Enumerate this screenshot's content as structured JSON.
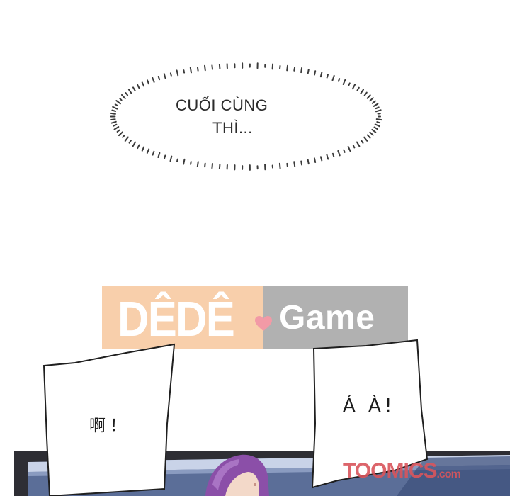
{
  "thought": {
    "line1": "CUỐI CÙNG",
    "line2": "THÌ..."
  },
  "watermark": {
    "logo_text": "DÊDÊ",
    "game_text": "Game",
    "left_color": "#f7c79c",
    "right_color": "#a8a8a8",
    "heart_color": "#f29aa6"
  },
  "cards": {
    "left_text": "啊！",
    "right_text": "Á À!"
  },
  "brand": {
    "name": "TOOMICS",
    "suffix": ".com",
    "color": "#d9555c"
  },
  "scene": {
    "hair_color": "#8b4fa8",
    "skin_color": "#f3d9c9",
    "table_color": "#4a5f8f"
  }
}
